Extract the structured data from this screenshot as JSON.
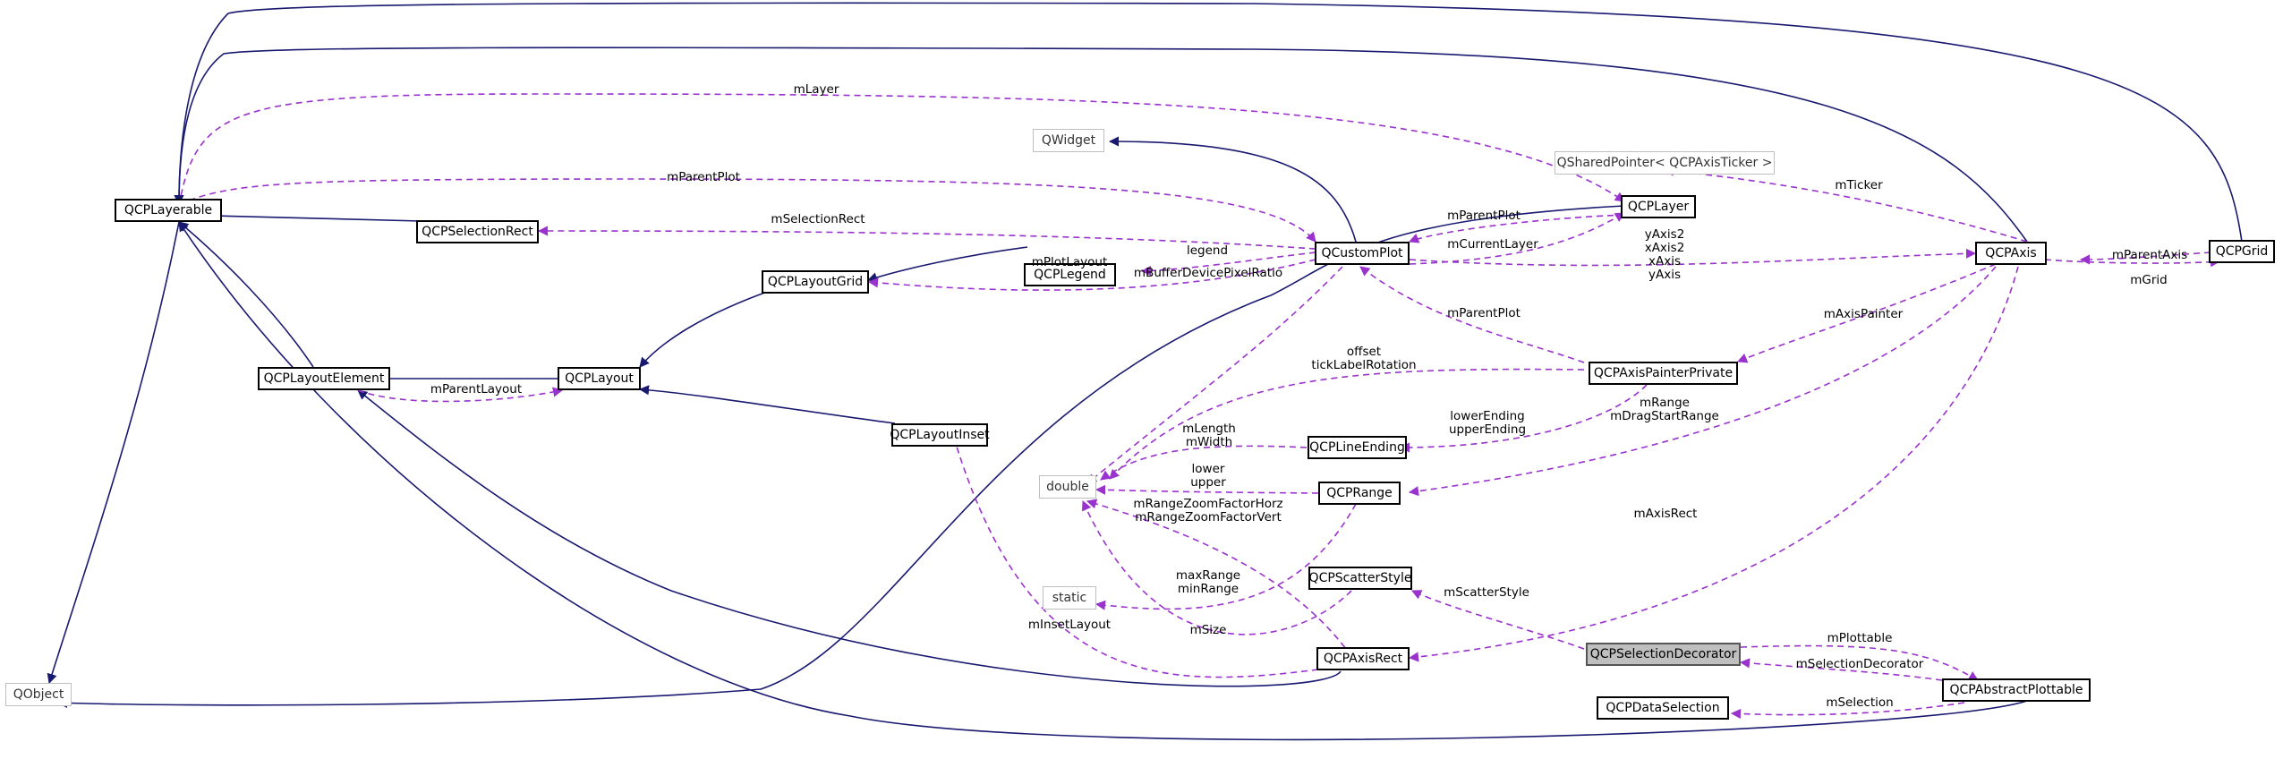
{
  "nodes": {
    "qcplayerable": "QCPLayerable",
    "qobject": "QObject",
    "qcpselectionrect": "QCPSelectionRect",
    "qcplayoutelement": "QCPLayoutElement",
    "qcplayout": "QCPLayout",
    "qcplayoutgrid": "QCPLayoutGrid",
    "qcplegend": "QCPLegend",
    "qcplayoutinset": "QCPLayoutInset",
    "qwidget": "QWidget",
    "qcustomplot": "QCustomPlot",
    "qcplayer": "QCPLayer",
    "qsharedpointer": "QSharedPointer< QCPAxisTicker >",
    "qcpaxis": "QCPAxis",
    "qcpgrid": "QCPGrid",
    "qcpaxispainterprivate": "QCPAxisPainterPrivate",
    "qcplineending": "QCPLineEnding",
    "double": "double",
    "qcprange": "QCPRange",
    "static": "static",
    "qcpscatterstyle": "QCPScatterStyle",
    "qcpaxisrect": "QCPAxisRect",
    "qcpselectiondecorator": "QCPSelectionDecorator",
    "qcpabstractplottable": "QCPAbstractPlottable",
    "qcpdataselection": "QCPDataSelection"
  },
  "edge_labels": {
    "mlayer": "mLayer",
    "mparentplot_top": "mParentPlot",
    "mselectionrect": "mSelectionRect",
    "legend": "legend",
    "mplotlayout": "mPlotLayout",
    "mparentlayout": "mParentLayout",
    "mparentplot_layer": "mParentPlot",
    "mcurrentlayer": "mCurrentLayer",
    "axes": "yAxis2\nxAxis2\nxAxis\nyAxis",
    "mbufferdevicepixelratio": "mBufferDevicePixelRatio",
    "mparentplot_painter": "mParentPlot",
    "mticker": "mTicker",
    "mparentaxis": "mParentAxis",
    "mgrid": "mGrid",
    "maxispainter": "mAxisPainter",
    "offset": "offset\ntickLabelRotation",
    "lowerending": "lowerEnding\nupperEnding",
    "mrange": "mRange\nmDragStartRange",
    "mlength": "mLength\nmWidth",
    "lower": "lower\nupper",
    "mrangezoom": "mRangeZoomFactorHorz\nmRangeZoomFactorVert",
    "maxrect": "mAxisRect",
    "maxrange": "maxRange\nminRange",
    "mscatterstyle": "mScatterStyle",
    "minsetlayout": "mInsetLayout",
    "msize": "mSize",
    "mplottable": "mPlottable",
    "mselectiondecorator": "mSelectionDecorator",
    "mselection": "mSelection"
  },
  "colors": {
    "inheritance": "#191970",
    "usage": "#9a32cd",
    "focus_fill": "#bfbfbf",
    "external_border": "#bfbfbf"
  }
}
